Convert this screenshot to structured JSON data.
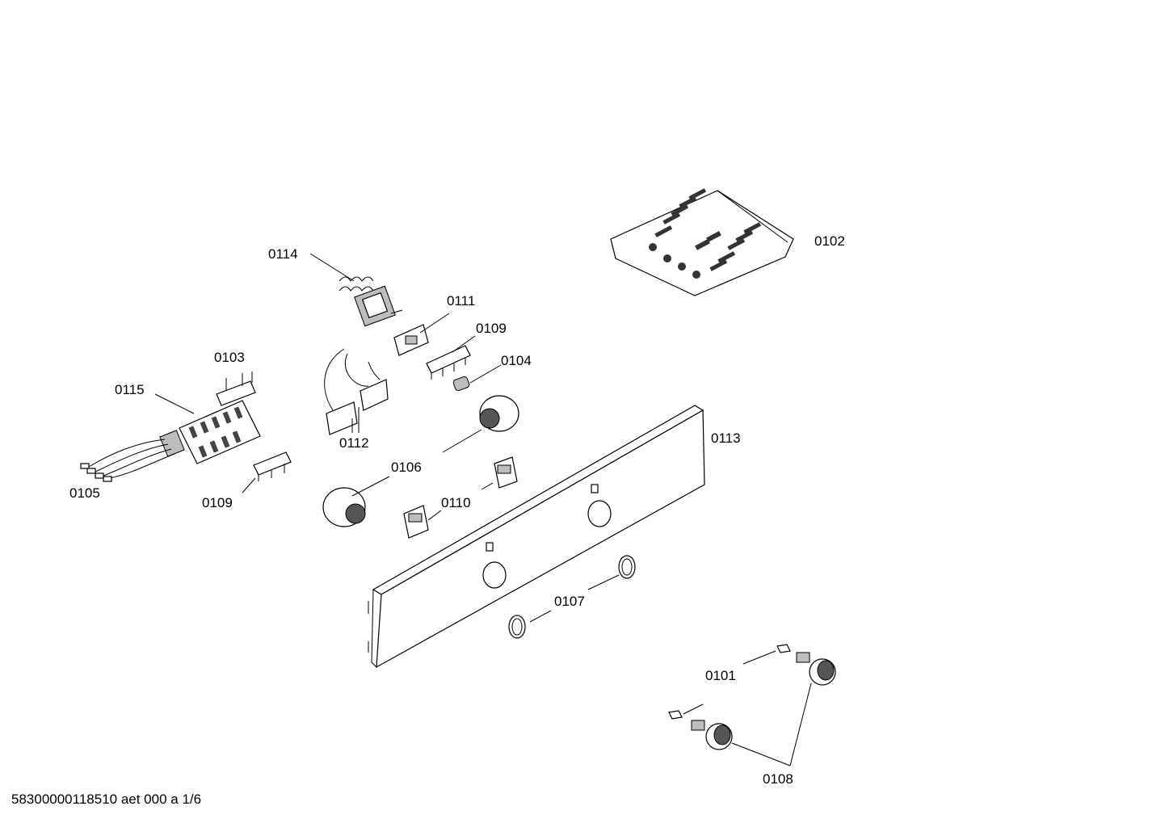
{
  "labels": {
    "p0101": "0101",
    "p0102": "0102",
    "p0103": "0103",
    "p0104": "0104",
    "p0105": "0105",
    "p0106": "0106",
    "p0107": "0107",
    "p0108": "0108",
    "p0109a": "0109",
    "p0109b": "0109",
    "p0110": "0110",
    "p0111": "0111",
    "p0112": "0112",
    "p0113": "0113",
    "p0114": "0114",
    "p0115": "0115"
  },
  "footer": "58300000118510 aet 000 a 1/6"
}
